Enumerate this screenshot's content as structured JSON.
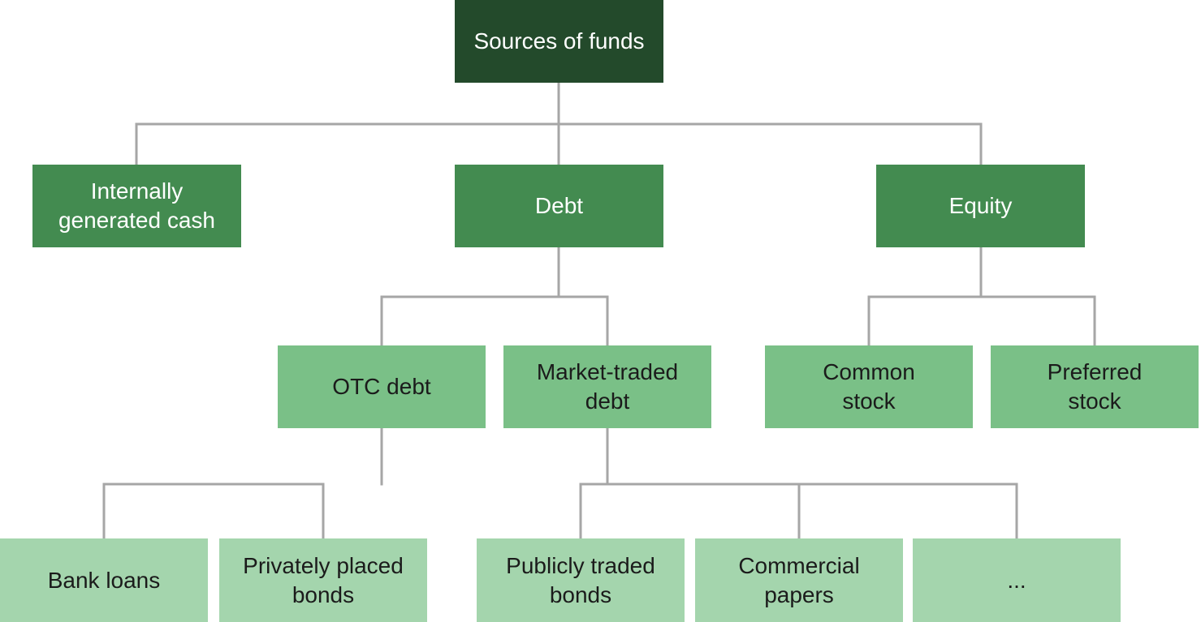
{
  "tree": {
    "root": "Sources of funds",
    "level1": {
      "internal": "Internally generated cash",
      "debt": "Debt",
      "equity": "Equity"
    },
    "debt_children": {
      "otc": "OTC debt",
      "market": "Market-traded debt"
    },
    "equity_children": {
      "common": "Common stock",
      "preferred": "Preferred stock"
    },
    "otc_children": {
      "bank": "Bank loans",
      "private": "Privately placed bonds"
    },
    "market_children": {
      "public": "Publicly traded bonds",
      "cpaper": "Commercial papers",
      "more": "..."
    }
  },
  "colors": {
    "level0": "#234a2b",
    "level1": "#438b50",
    "level2": "#7ac087",
    "level3": "#a4d5ad",
    "connector": "#a6a6a6"
  }
}
